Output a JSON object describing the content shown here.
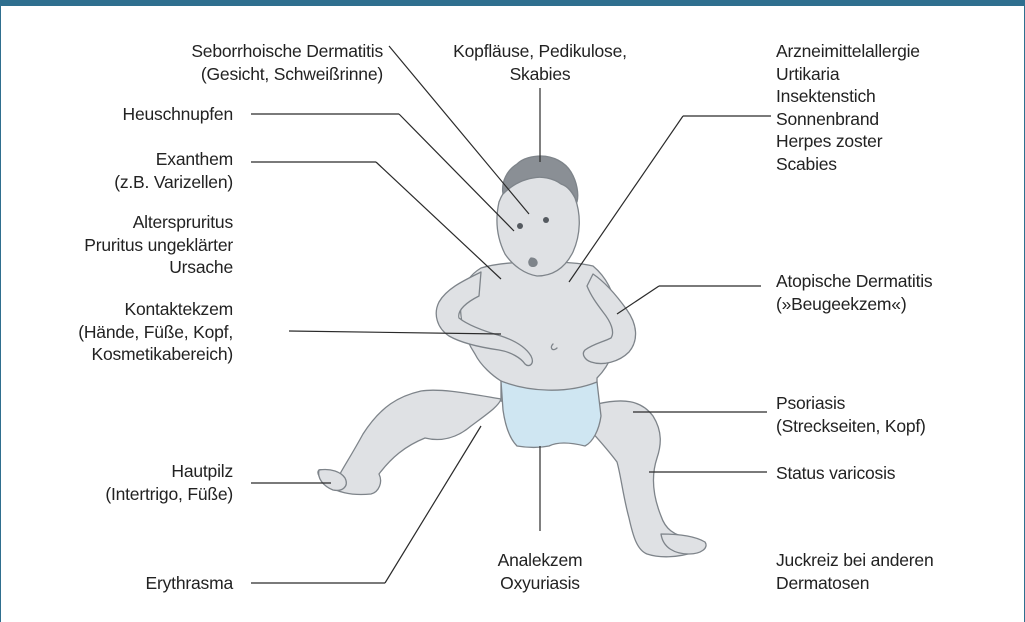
{
  "colors": {
    "frame": "#2f6f8f",
    "text": "#222222",
    "leader": "#2a2a2a",
    "skin": "#dfe1e4",
    "skin_shade": "#c6cacf",
    "outline": "#7e848a",
    "hair": "#8a8f95",
    "diaper": "#cfe6f2"
  },
  "labels": {
    "seborrhoische": [
      "Seborrhoische Dermatitis",
      "(Gesicht, Schweißrinne)"
    ],
    "heuschnupfen": [
      "Heuschnupfen"
    ],
    "exanthem": [
      "Exanthem",
      "(z.B. Varizellen)"
    ],
    "alterspruritus": [
      "Alterspruritus",
      "Pruritus ungeklärter",
      "Ursache"
    ],
    "kontaktekzem": [
      "Kontaktekzem",
      "(Hände, Füße, Kopf,",
      "Kosmetikabereich)"
    ],
    "hautpilz": [
      "Hautpilz",
      "(Intertrigo, Füße)"
    ],
    "erythrasma": [
      "Erythrasma"
    ],
    "kopflaeuse": [
      "Kopfläuse, Pedikulose,",
      "Skabies"
    ],
    "analekzem": [
      "Analekzem",
      "Oxyuriasis"
    ],
    "arzneimittel": [
      "Arzneimittelallergie",
      "Urtikaria",
      "Insektenstich",
      "Sonnenbrand",
      "Herpes zoster",
      "Scabies"
    ],
    "atopische": [
      "Atopische Dermatitis",
      "(»Beugeekzem«)"
    ],
    "psoriasis": [
      "Psoriasis",
      "(Streckseiten, Kopf)"
    ],
    "status_varicosis": [
      "Status varicosis"
    ],
    "juckreiz": [
      "Juckreiz bei anderen",
      "Dermatosen"
    ]
  }
}
